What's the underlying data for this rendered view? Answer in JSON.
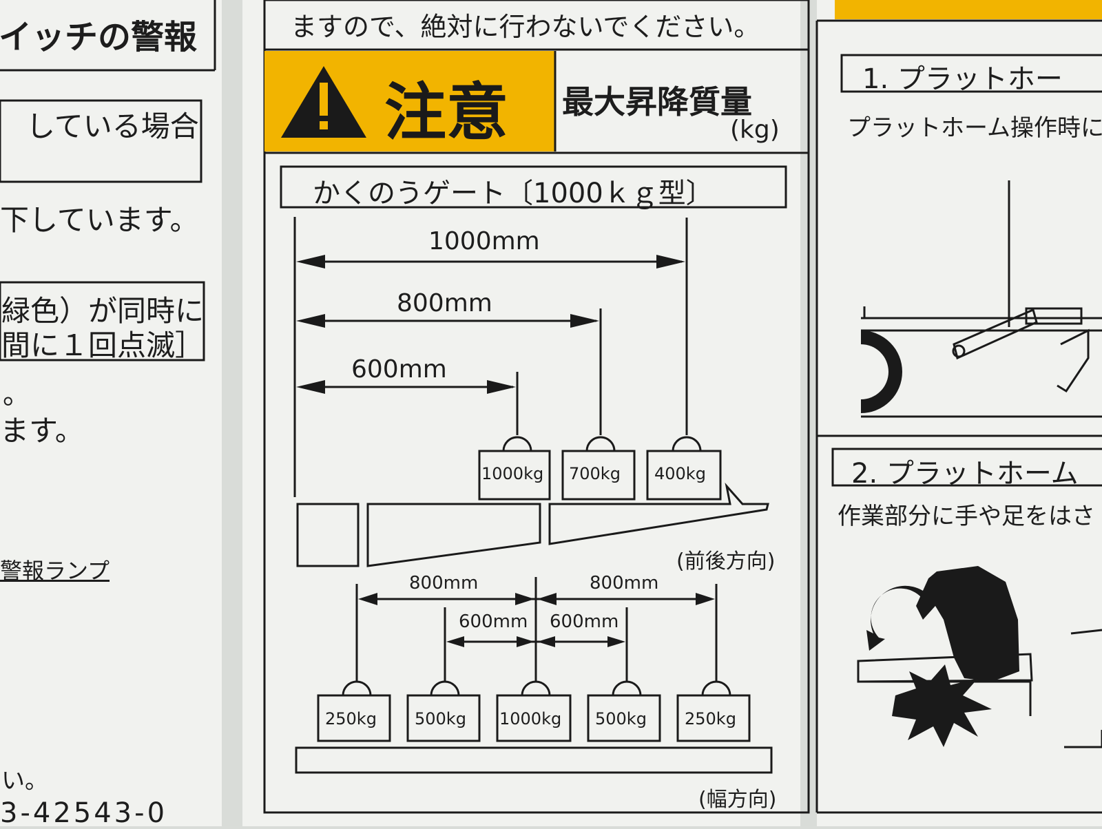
{
  "left_panel": {
    "line1": "イッチの警報",
    "line2": "している場合",
    "line3": "下しています。",
    "line4": "緑色）が同時に",
    "line5": "間に１回点滅］",
    "line6": "。",
    "line7": "ます。",
    "line8": "警報ランプ",
    "line9": "い。",
    "part_number": "3-42543-0"
  },
  "center_panel": {
    "top_text": "ますので、絶対に行わないでください。",
    "caution_label": "注意",
    "max_mass_label": "最大昇降質量",
    "unit_label": "(kg)",
    "gate_title": "かくのうゲート〔1000ｋｇ型〕",
    "front_back": {
      "dim_1000": "1000mm",
      "dim_800": "800mm",
      "dim_600": "600mm",
      "weight_a": "1000kg",
      "weight_b": "700kg",
      "weight_c": "400kg",
      "direction": "(前後方向)"
    },
    "width_dir": {
      "dim_800_left": "800mm",
      "dim_800_right": "800mm",
      "dim_600_left": "600mm",
      "dim_600_right": "600mm",
      "weights": [
        "250kg",
        "500kg",
        "1000kg",
        "500kg",
        "250kg"
      ],
      "direction": "(幅方向)"
    }
  },
  "right_panel": {
    "step1_title": "1. プラットホー",
    "step1_text": "プラットホーム操作時に",
    "step2_title": "2. プラットホーム",
    "step2_text": "作業部分に手や足をはさ"
  },
  "colors": {
    "caution_yellow": "#f2b400",
    "ink": "#1a1a1a",
    "label_white": "#f1f2ef"
  }
}
